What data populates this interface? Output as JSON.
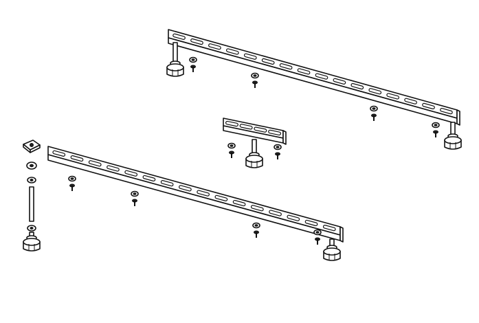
{
  "colors": {
    "line": "#111111",
    "background": "#ffffff"
  },
  "components": [
    "long-rail-top",
    "long-rail-bottom",
    "short-center-bracket",
    "adjustable-foot",
    "threaded-rod",
    "square-nut",
    "washer",
    "screw"
  ]
}
